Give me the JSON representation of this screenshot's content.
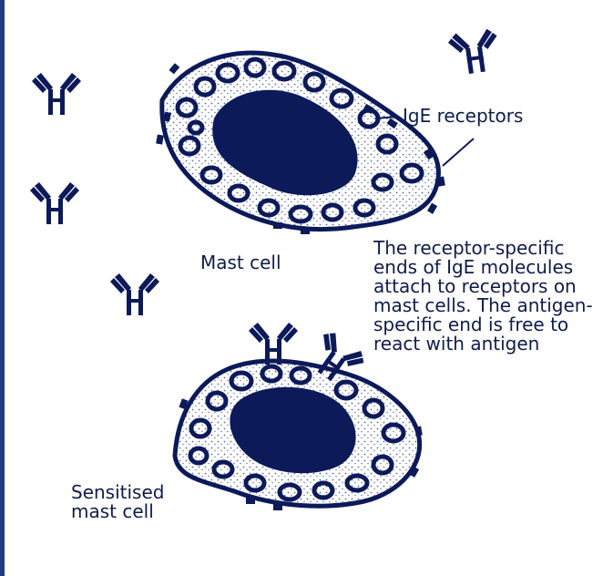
{
  "labels": {
    "ige_receptors": "IgE receptors",
    "mast_cell": "Mast cell",
    "description": "The receptor-specific\nends of IgE molecules\nattach to receptors on\nmast cells. The antigen-\nspecific end is free to\nreact with antigen",
    "sensitised_mast_cell": "Sensitised\nmast cell"
  },
  "colors": {
    "ink": "#0c1a5a",
    "frame": "#1f3b86",
    "stipple": "#5a6aa0",
    "background": "#ffffff"
  },
  "icons": [
    "ige-antibody-icon",
    "mast-cell-icon"
  ]
}
